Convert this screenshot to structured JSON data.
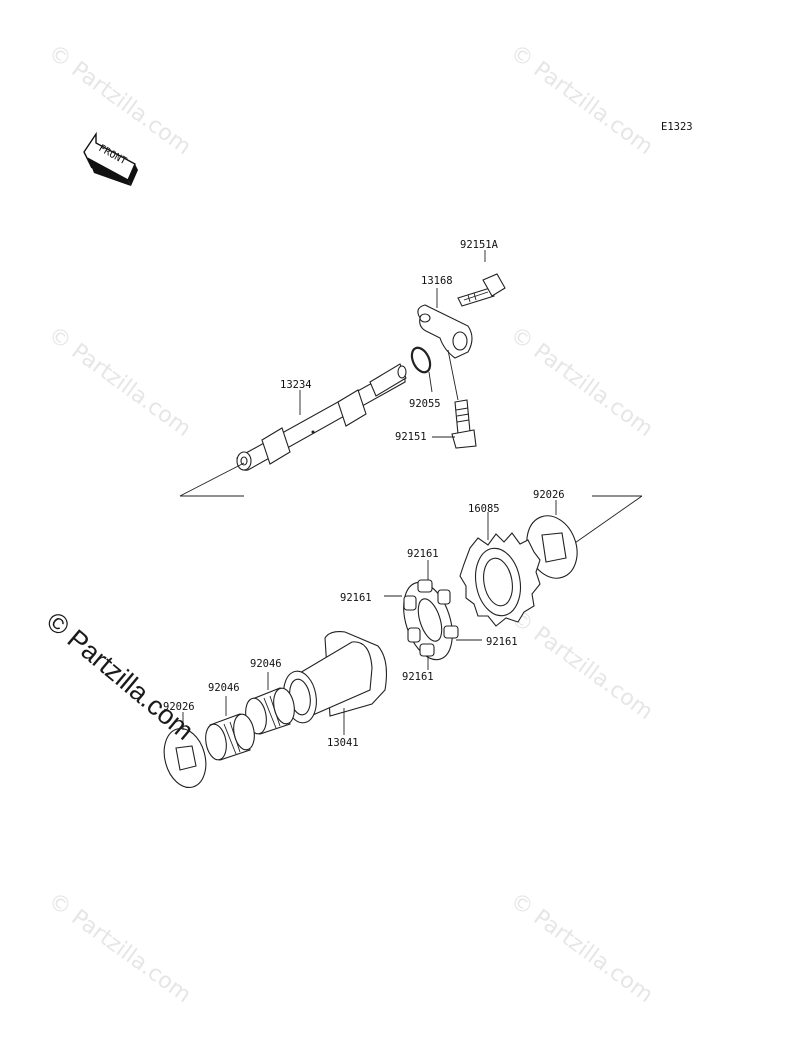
{
  "diagram_code": "E1323",
  "front_label": "FRONT",
  "watermark": "© Partzilla.com",
  "parts": {
    "p92151A": "92151A",
    "p13168": "13168",
    "p13234": "13234",
    "p92055": "92055",
    "p92151": "92151",
    "p16085": "16085",
    "p92026a": "92026",
    "p92161a": "92161",
    "p92161b": "92161",
    "p92161c": "92161",
    "p92161d": "92161",
    "p92046a": "92046",
    "p92046b": "92046",
    "p92026b": "92026",
    "p13041": "13041"
  }
}
